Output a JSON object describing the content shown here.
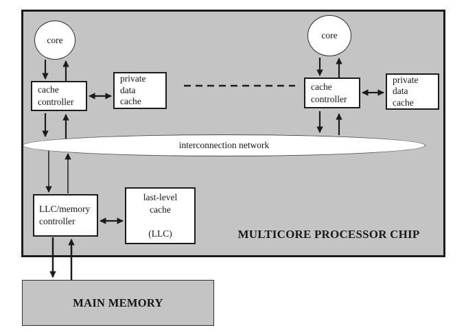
{
  "chip": {
    "label": "MULTICORE PROCESSOR CHIP"
  },
  "nodes": {
    "core_left": "core",
    "core_right": "core",
    "cache_controller_left": "cache\ncontroller",
    "cache_controller_right": "cache\ncontroller",
    "private_data_cache_left": "private\ndata\ncache",
    "private_data_cache_right": "private\ndata\ncache",
    "interconnection_network": "interconnection network",
    "llc_memory_controller": "LLC/memory\ncontroller",
    "last_level_cache": "last-level\ncache\n\n(LLC)",
    "main_memory": "MAIN MEMORY"
  },
  "edges": [
    {
      "from": "core_left",
      "to": "cache_controller_left",
      "type": "two-one-way-arrows"
    },
    {
      "from": "cache_controller_left",
      "to": "private_data_cache_left",
      "type": "double-headed-arrow"
    },
    {
      "from": "cache_controller_left",
      "to": "interconnection_network",
      "type": "two-one-way-arrows"
    },
    {
      "from": "core_right",
      "to": "cache_controller_right",
      "type": "two-one-way-arrows"
    },
    {
      "from": "cache_controller_right",
      "to": "private_data_cache_right",
      "type": "double-headed-arrow"
    },
    {
      "from": "cache_controller_right",
      "to": "interconnection_network",
      "type": "two-one-way-arrows"
    },
    {
      "from": "interconnection_network",
      "to": "llc_memory_controller",
      "type": "two-one-way-arrows"
    },
    {
      "from": "llc_memory_controller",
      "to": "last_level_cache",
      "type": "double-headed-arrow"
    },
    {
      "from": "llc_memory_controller",
      "to": "main_memory",
      "type": "two-one-way-arrows"
    },
    {
      "from": "cache_controller_left",
      "to": "cache_controller_right",
      "type": "dashed-ellipsis"
    }
  ],
  "colors": {
    "chip_fill": "#c4c4c4",
    "main_memory_fill": "#c4c4c4",
    "node_fill": "#ffffff",
    "line_color": "#1b1b1b",
    "text_color": "#141414"
  }
}
